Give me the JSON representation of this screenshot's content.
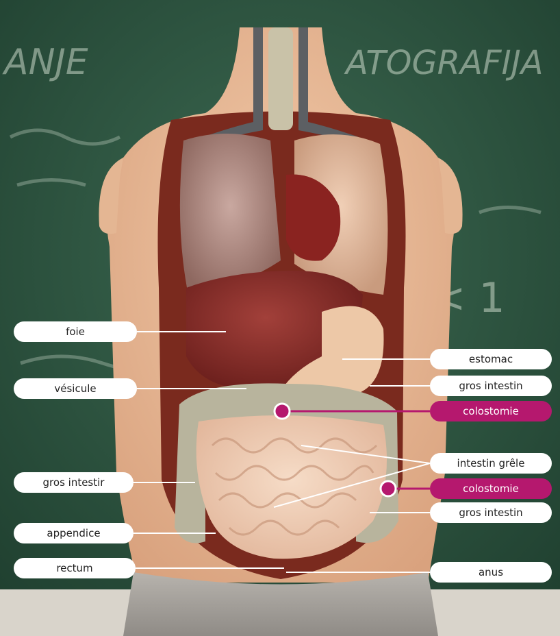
{
  "colors": {
    "accent": "#b5186e",
    "label_bg": "#ffffff",
    "label_text": "#222222",
    "chalkboard": "#2f5b44"
  },
  "background_photo": {
    "chalk_texts": [
      "ANJE",
      "ATOGRAFIJA",
      "< 1"
    ]
  },
  "labels": [
    {
      "id": "foie",
      "text": "foie",
      "side": "left",
      "accent": false
    },
    {
      "id": "vesicule",
      "text": "vésicule",
      "side": "left",
      "accent": false
    },
    {
      "id": "gros-intestir-left",
      "text": "gros intestir",
      "side": "left",
      "accent": false
    },
    {
      "id": "appendice",
      "text": "appendice",
      "side": "left",
      "accent": false
    },
    {
      "id": "rectum",
      "text": "rectum",
      "side": "left",
      "accent": false
    },
    {
      "id": "estomac",
      "text": "estomac",
      "side": "right",
      "accent": false
    },
    {
      "id": "gros-intestin-upper",
      "text": "gros intestin",
      "side": "right",
      "accent": false
    },
    {
      "id": "colostomie-upper",
      "text": "colostomie",
      "side": "right",
      "accent": true
    },
    {
      "id": "intestin-grele",
      "text": "intestin grêle",
      "side": "right",
      "accent": false
    },
    {
      "id": "colostomie-lower",
      "text": "colostomie",
      "side": "right",
      "accent": true
    },
    {
      "id": "gros-intestin-lower",
      "text": "gros intestin",
      "side": "right",
      "accent": false
    },
    {
      "id": "anus",
      "text": "anus",
      "side": "right",
      "accent": false
    }
  ]
}
